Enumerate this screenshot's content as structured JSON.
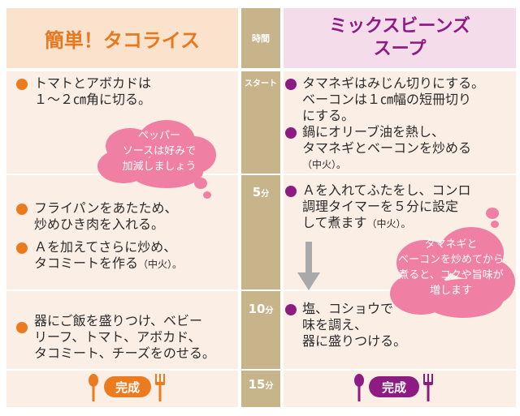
{
  "left_title": "簡単！タコライス",
  "time_header": "時間",
  "right_title_line1": "ミックスビーンズ",
  "right_title_line2": "スープ",
  "times": {
    "start": "スタート",
    "t5_num": "5",
    "t5_unit": "分",
    "t10_num": "10",
    "t10_unit": "分",
    "t15_num": "15",
    "t15_unit": "分"
  },
  "left_steps": [
    {
      "line1": "トマトとアボカドは",
      "line2": "１〜２㎝角に切る。"
    },
    {
      "line1": "フライパンをあたため、",
      "line2": "炒めひき肉を入れる。"
    },
    {
      "line1": "Ａを加えてさらに炒め、",
      "line2": "タコミートを作る",
      "note": "（中火）。"
    },
    {
      "line1": "器にご飯を盛りつけ、ベビー",
      "line2": "リーフ、トマト、アボカド、",
      "line3": "タコミート、チーズをのせる。"
    }
  ],
  "right_steps": [
    {
      "line1": "タマネギはみじん切りにする。",
      "line2": "ベーコンは１㎝幅の短冊切り",
      "line3": "にする。"
    },
    {
      "line1": "鍋にオリーブ油を熱し、",
      "line2": "タマネギとベーコンを炒める",
      "note": "（中火）。"
    },
    {
      "line1": "Ａを入れてふたをし、コンロ",
      "line2": "調理タイマーを５分に設定",
      "line3": "して煮ます",
      "note": "（中火）。"
    },
    {
      "line1": "塩、コショウで",
      "line2": "味を調え、",
      "line3": "器に盛りつける。"
    }
  ],
  "left_cloud": {
    "line1": "ペッパー",
    "line2": "ソースは好みで",
    "line3": "加減しましょう"
  },
  "right_cloud": {
    "line1": "タマネギと",
    "line2": "ベーコンを炒めてから",
    "line3": "煮ると、コクや旨味が",
    "line4": "増します"
  },
  "done_label": "完成",
  "colors": {
    "orange": "#ec7a1f",
    "purple": "#8e1b82",
    "pink": "#ef7fa3",
    "time_bar": "#c8b48a",
    "cell_bg": "#fbeee5"
  }
}
